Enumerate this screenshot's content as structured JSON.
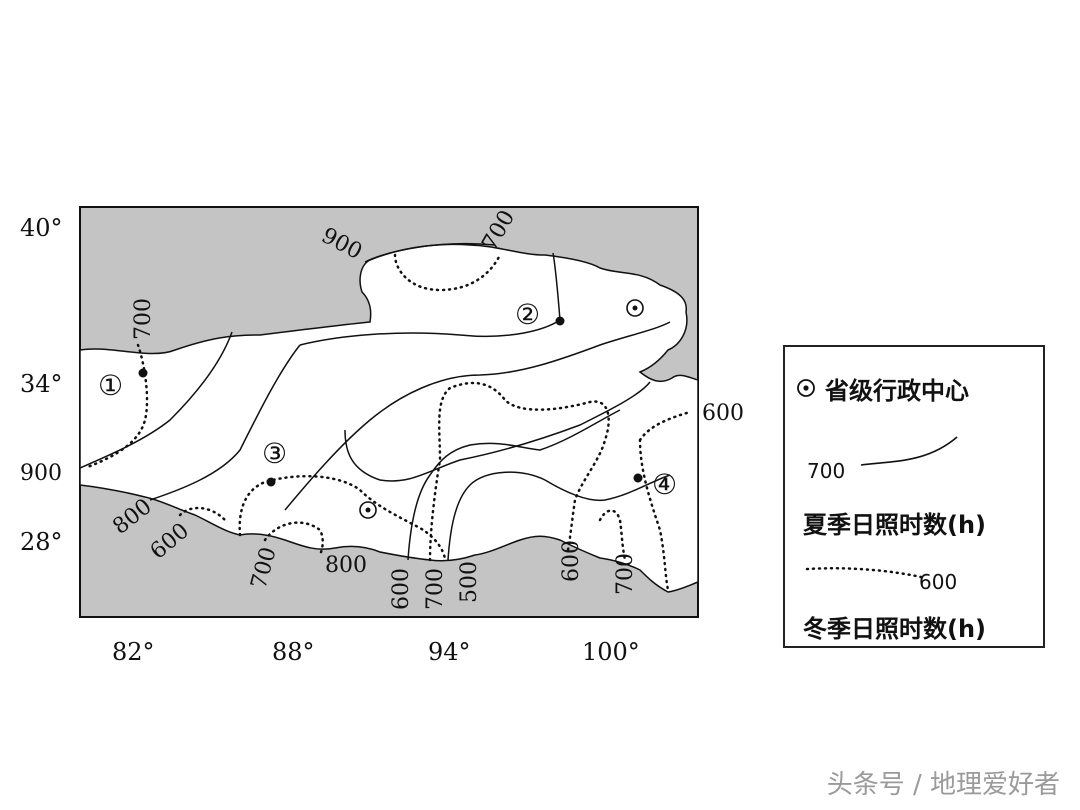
{
  "map": {
    "lat_labels": [
      "40°",
      "34°",
      "28°"
    ],
    "lon_labels": [
      "82°",
      "88°",
      "94°",
      "100°"
    ],
    "points": [
      "①",
      "②",
      "③",
      "④"
    ],
    "summer_isolines": [
      "900",
      "700",
      "700",
      "900",
      "800"
    ],
    "winter_isolines": [
      "600",
      "700",
      "800",
      "600",
      "700",
      "500",
      "600",
      "700",
      "600"
    ]
  },
  "legend": {
    "capital_label": "省级行政中心",
    "summer_sample": "700",
    "summer_label": "夏季日照时数(h)",
    "winter_sample": "600",
    "winter_label": "冬季日照时数(h)"
  },
  "watermark": "头条号 / 地理爱好者",
  "colors": {
    "outside": "#c4c4c4",
    "region": "#ffffff",
    "line": "#111111"
  }
}
